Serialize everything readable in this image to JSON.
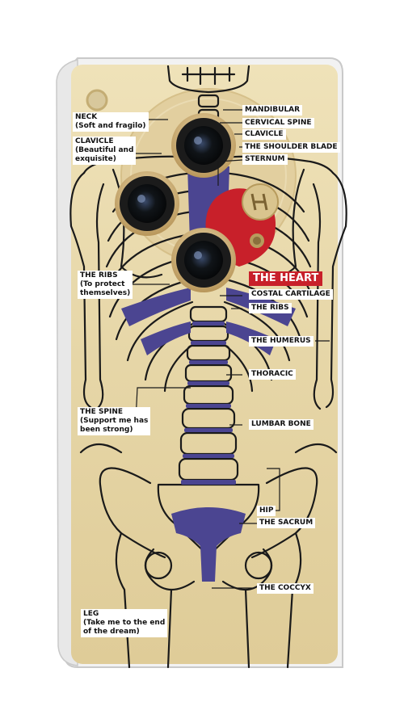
{
  "colors": {
    "background": "#ffffff",
    "case_gold": "#e6d6a8",
    "bone_outline": "#1a1a1a",
    "cartilage_purple": "#4b4591",
    "heart_red": "#c8202a",
    "label_bg": "#ffffff",
    "heart_label_bg": "#c8202a"
  },
  "labels": {
    "neck": {
      "title": "NECK",
      "note": "(Soft and fragilo)"
    },
    "clavicle_left": {
      "title": "CLAVICLE",
      "note": "(Beautiful and",
      "note2": "exquisite)"
    },
    "ribs_left": {
      "title": "THE RIBS",
      "note": "(To protect",
      "note2": "themselves)"
    },
    "spine": {
      "title": "THE SPINE",
      "note": "(Support me has",
      "note2": "been strong)"
    },
    "leg": {
      "title": "LEG",
      "note": "(Take me to the end",
      "note2": "of the dream)"
    },
    "mandibular": "MANDIBULAR",
    "cervical_spine": "CERVICAL SPINE",
    "clavicle_right": "CLAVICLE",
    "shoulder_blade": "THE SHOULDER BLADE",
    "sternum": "STERNUM",
    "heart": "THE HEART",
    "costal_cartilage": "COSTAL CARTILAGE",
    "the_ribs_right": "THE RIBS",
    "humerus": "THE HUMERUS",
    "thoracic": "THORACIC",
    "lumbar": "LUMBAR BONE",
    "hip": "HIP",
    "sacrum": "THE SACRUM",
    "coccyx": "THE COCCYX"
  },
  "icons": {
    "camera_lenses": "camera-lens-icon",
    "flash": "flash-icon",
    "brand_logo": "hasselblad-logo-icon"
  }
}
